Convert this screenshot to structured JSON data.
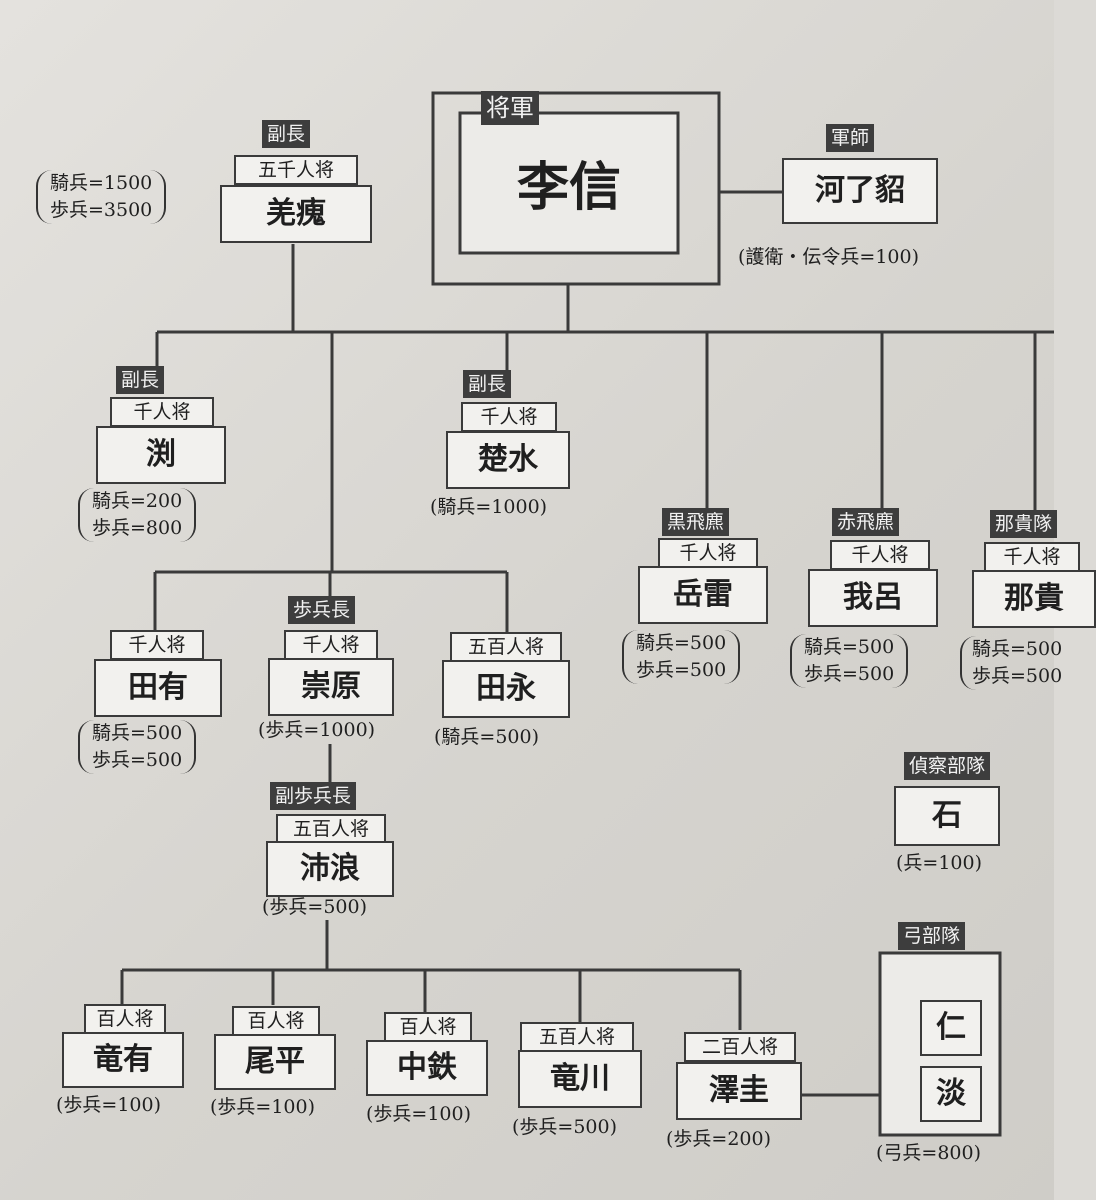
{
  "nodes": {
    "rishin": {
      "label": "将軍",
      "name": "李信"
    },
    "karyouten": {
      "label": "軍師",
      "name": "河了貂",
      "troops": [
        "(護衛・伝令兵=100)"
      ]
    },
    "kyoukai": {
      "label": "副長",
      "rank": "五千人将",
      "name": "羌瘣",
      "troops": [
        "騎兵=1500",
        "歩兵=3500"
      ]
    },
    "en": {
      "label": "副長",
      "rank": "千人将",
      "name": "渕",
      "troops": [
        "騎兵=200",
        "歩兵=800"
      ]
    },
    "sosui": {
      "label": "副長",
      "rank": "千人将",
      "name": "楚水",
      "troops": [
        "(騎兵=1000)"
      ]
    },
    "gakurai": {
      "label": "黒飛麃",
      "rank": "千人将",
      "name": "岳雷",
      "troops": [
        "騎兵=500",
        "歩兵=500"
      ]
    },
    "garo": {
      "label": "赤飛麃",
      "rank": "千人将",
      "name": "我呂",
      "troops": [
        "騎兵=500",
        "歩兵=500"
      ]
    },
    "naki": {
      "label": "那貴隊",
      "rank": "千人将",
      "name": "那貴",
      "troops": [
        "騎兵=500",
        "歩兵=500"
      ]
    },
    "denyuu": {
      "rank": "千人将",
      "name": "田有",
      "troops": [
        "騎兵=500",
        "歩兵=500"
      ]
    },
    "sougen": {
      "label": "歩兵長",
      "rank": "千人将",
      "name": "崇原",
      "troops": [
        "(歩兵=1000)"
      ]
    },
    "denei": {
      "rank": "五百人将",
      "name": "田永",
      "troops": [
        "(騎兵=500)"
      ]
    },
    "hairou": {
      "label": "副歩兵長",
      "rank": "五百人将",
      "name": "沛浪",
      "troops": [
        "(歩兵=500)"
      ]
    },
    "ryuuyuu": {
      "rank": "百人将",
      "name": "竜有",
      "troops": [
        "(歩兵=100)"
      ]
    },
    "bihei": {
      "rank": "百人将",
      "name": "尾平",
      "troops": [
        "(歩兵=100)"
      ]
    },
    "chuutetsu": {
      "rank": "百人将",
      "name": "中鉄",
      "troops": [
        "(歩兵=100)"
      ]
    },
    "ryuusen": {
      "rank": "五百人将",
      "name": "竜川",
      "troops": [
        "(歩兵=500)"
      ]
    },
    "takukei": {
      "rank": "二百人将",
      "name": "澤圭",
      "troops": [
        "(歩兵=200)"
      ]
    },
    "shi": {
      "label": "偵察部隊",
      "name": "石",
      "troops": [
        "(兵=100)"
      ]
    },
    "jinen": {
      "label": "弓部隊",
      "names": [
        "仁",
        "淡"
      ],
      "troops": [
        "(弓兵=800)"
      ]
    }
  }
}
